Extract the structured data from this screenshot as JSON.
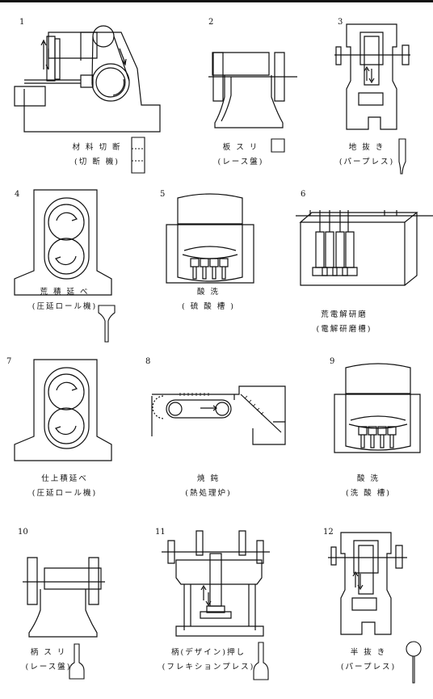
{
  "steps": [
    {
      "num": "1",
      "name": "材 料 切 断",
      "machine": "(切 断 機)"
    },
    {
      "num": "2",
      "name": "板 ス リ",
      "machine": "(レース盤)"
    },
    {
      "num": "3",
      "name": "地 抜 き",
      "machine": "(パープレス)"
    },
    {
      "num": "4",
      "name": "荒 積 延 べ",
      "machine": "(圧延ロール機)"
    },
    {
      "num": "5",
      "name": "酸    洗",
      "machine": "( 硫 酸 槽 )"
    },
    {
      "num": "6",
      "name": "荒電解研磨",
      "machine": "(電解研磨槽)"
    },
    {
      "num": "7",
      "name": "仕上積延べ",
      "machine": "(圧延ロール機)"
    },
    {
      "num": "8",
      "name": "焼    鈍",
      "machine": "(熱処理炉)"
    },
    {
      "num": "9",
      "name": "酸    洗",
      "machine": "(洗 酸 槽)"
    },
    {
      "num": "10",
      "name": "柄 ス リ",
      "machine": "(レース盤)"
    },
    {
      "num": "11",
      "name": "柄(デザイン)押し",
      "machine": "(フレキションプレス)"
    },
    {
      "num": "12",
      "name": "半 抜 き",
      "machine": "(パープレス)"
    }
  ],
  "colors": {
    "ink": "#111111",
    "paper": "#ffffff"
  }
}
